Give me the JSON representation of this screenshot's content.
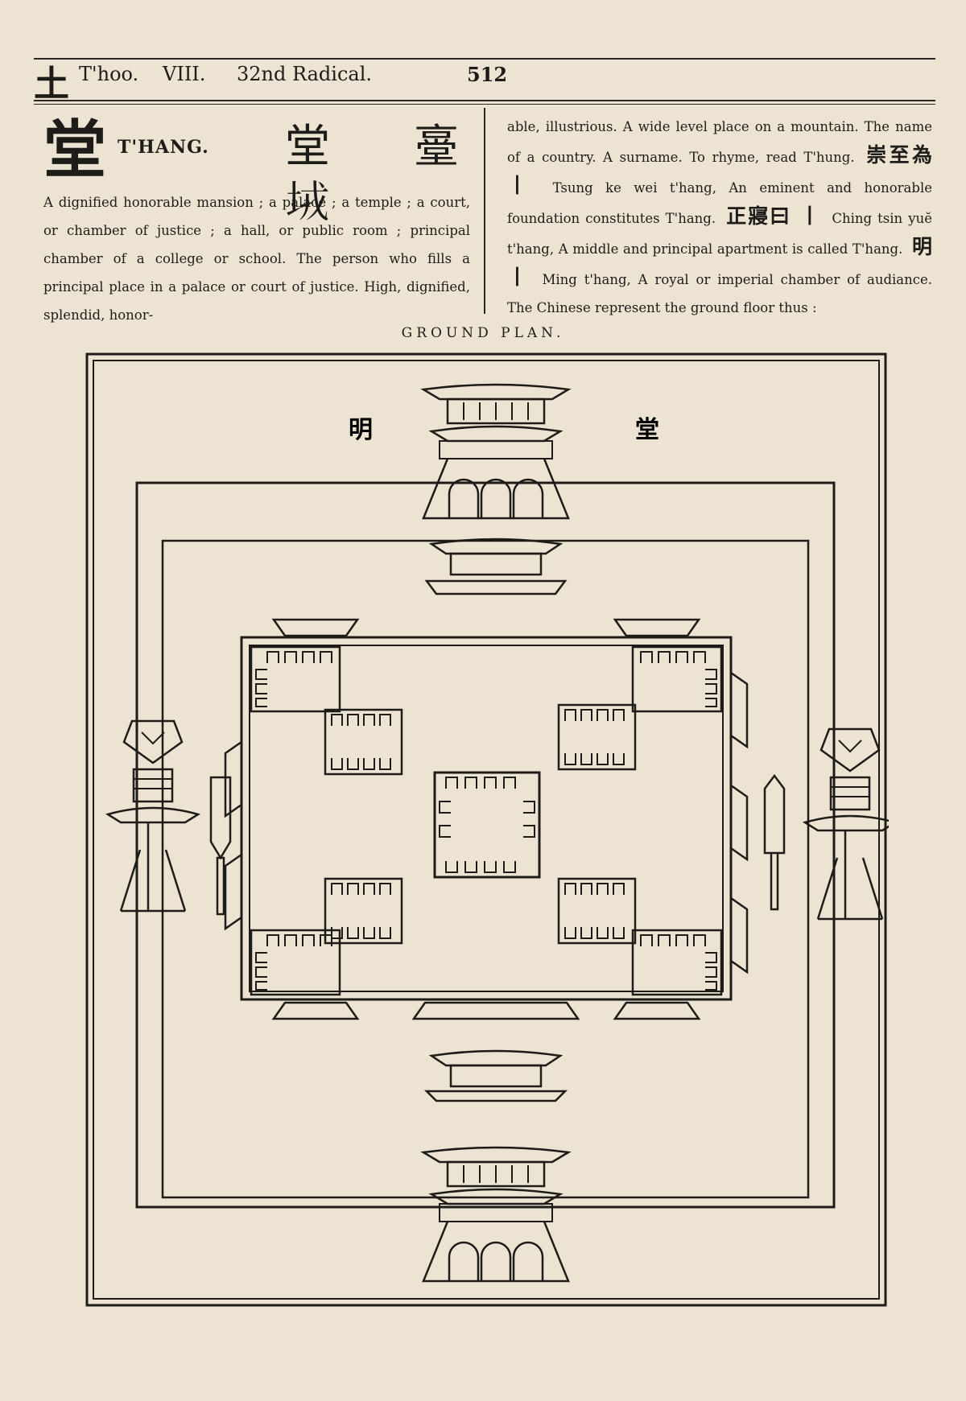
{
  "header": {
    "radical_char": "土",
    "radical_name": "T'hoo.",
    "volume": "VIII.",
    "radical_number": "32nd Radical.",
    "page_number": "512"
  },
  "entry": {
    "character": "堂",
    "romanization": "T'HANG.",
    "seal_forms": "堂 㙶 𡊸",
    "left_text": "A dignified honorable mansion ; a palace ; a temple ; a court, or chamber of justice ; a hall, or public room ; principal chamber of a college or school. The person who fills a principal place in a palace or court of justice. High, dignified, splendid, honor-",
    "right_text_1": "able, illustrious. A wide level place on a mountain. The name of a country. A surname. To rhyme, read T'hung.",
    "phrase1_cn": "崇至為 丨",
    "right_text_2": "Tsung ke wei t'hang, An eminent and honorable foundation constitutes T'hang.",
    "phrase2_cn": "正寢曰 丨",
    "right_text_3": "Ching tsin yuĕ t'hang, A middle and principal apartment is called T'hang.",
    "phrase3_cn": "明 丨",
    "right_text_4": "Ming t'hang, A royal or imperial chamber of audiance. The Chinese represent the ground floor thus :"
  },
  "plan": {
    "title": "GROUND PLAN.",
    "label_left": "明",
    "label_right": "堂"
  }
}
